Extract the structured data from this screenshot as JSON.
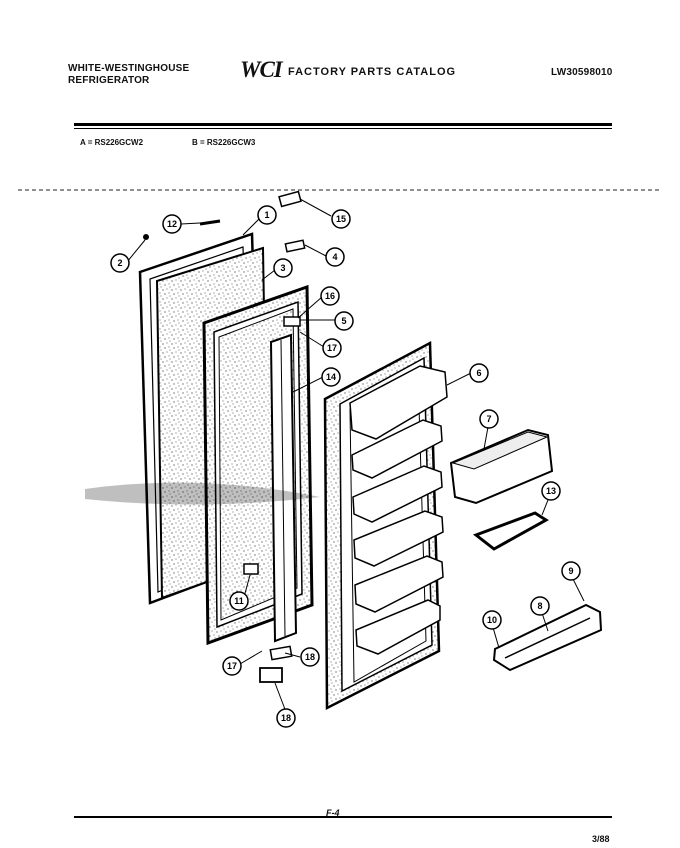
{
  "header": {
    "brand_line1": "WHITE-WESTINGHOUSE",
    "brand_line2": "REFRIGERATOR",
    "logo_text": "WCI",
    "catalog_title": "FACTORY PARTS CATALOG",
    "doc_id": "LW30598010"
  },
  "models": {
    "a": "A = RS226GCW2",
    "b": "B = RS226GCW3"
  },
  "callouts": [
    "12",
    "1",
    "15",
    "2",
    "4",
    "3",
    "16",
    "5",
    "17",
    "14",
    "6",
    "7",
    "13",
    "11",
    "9",
    "10",
    "8",
    "17",
    "18",
    "18"
  ],
  "footer": {
    "code": "F-4",
    "page_ref": "3/88"
  }
}
